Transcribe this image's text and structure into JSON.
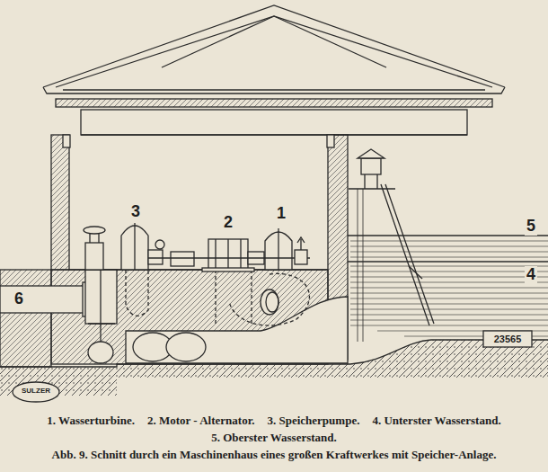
{
  "diagram": {
    "caption": "Abb. 9. Schnitt durch ein Maschinenhaus eines großen Kraftwerkes mit Speicher-Anlage.",
    "labels": [
      "3",
      "2",
      "1",
      "5",
      "4",
      "6",
      "23565",
      "SULZER",
      "1. Wasserturbine.",
      "2. Motor - Alternator.",
      "3. Speicherpumpe.",
      "4. Unterster Wasserstand.",
      "5. Oberster Wasserstand."
    ]
  }
}
